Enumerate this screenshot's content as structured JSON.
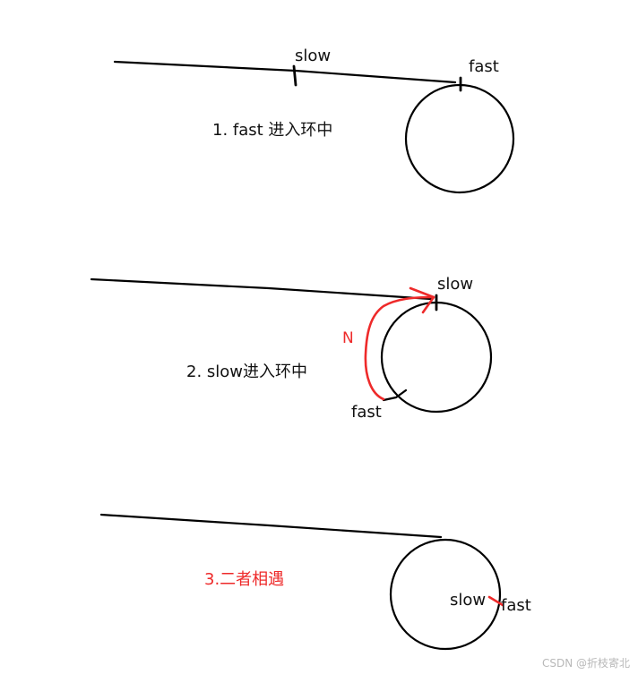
{
  "colors": {
    "ink": "#000000",
    "text": "#111111",
    "accent": "#ee2a2a",
    "watermark": "#b8b8b8"
  },
  "stage1": {
    "caption": "1. fast 进入环中",
    "slow_label": "slow",
    "fast_label": "fast"
  },
  "stage2": {
    "caption": "2. slow进入环中",
    "slow_label": "slow",
    "fast_label": "fast",
    "distance_label": "N"
  },
  "stage3": {
    "caption": "3.二者相遇",
    "slow_label": "slow",
    "fast_label": "fast"
  },
  "watermark": "CSDN @折枝寄北"
}
